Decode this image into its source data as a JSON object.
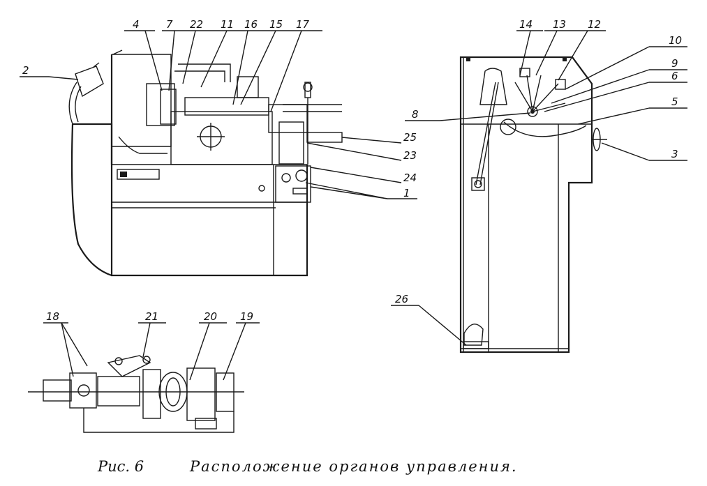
{
  "figure": {
    "caption_prefix": "Рис. 6",
    "caption_text": "Расположение органов управления."
  },
  "callouts": {
    "front_view": [
      "2",
      "4",
      "7",
      "22",
      "11",
      "16",
      "15",
      "17",
      "25",
      "23",
      "24",
      "1"
    ],
    "side_view": [
      "14",
      "13",
      "12",
      "10",
      "9",
      "6",
      "8",
      "5",
      "3",
      "26"
    ],
    "detail_view": [
      "18",
      "21",
      "20",
      "19"
    ]
  }
}
